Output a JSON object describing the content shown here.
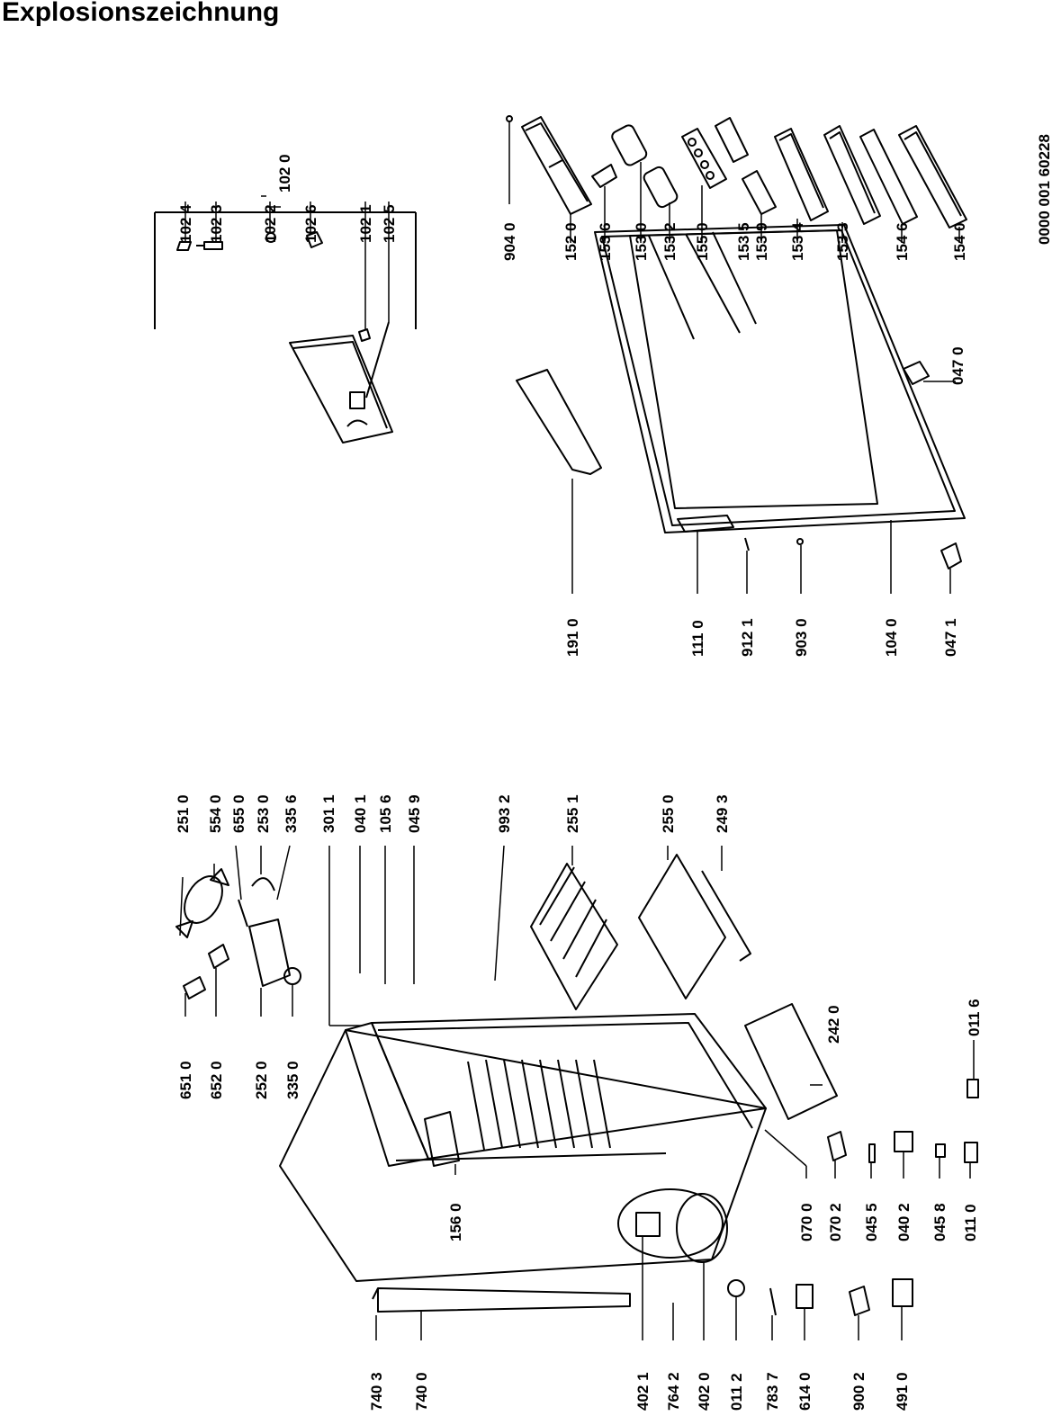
{
  "title": "Explosionszeichnung",
  "doc_number": "0000 001 60228",
  "door_group_label": "102 0",
  "labels": [
    "102 4",
    "102 3",
    "102 2",
    "102 6",
    "102 1",
    "102 5",
    "904 0",
    "152 0",
    "153 6",
    "153 0",
    "153 2",
    "155 0",
    "153 5",
    "153 9",
    "153 4",
    "153 3",
    "154 6",
    "154 0",
    "047 0",
    "191 0",
    "111 0",
    "912 1",
    "903 0",
    "104 0",
    "047 1",
    "251 0",
    "554 0",
    "655 0",
    "253 0",
    "335 6",
    "301 1",
    "040 1",
    "105 6",
    "045 9",
    "993 2",
    "255 1",
    "255 0",
    "249 3",
    "651 0",
    "652 0",
    "252 0",
    "335 0",
    "242 0",
    "011 6",
    "156 0",
    "070 0",
    "070 2",
    "045 5",
    "040 2",
    "045 8",
    "011 0",
    "740 3",
    "740 0",
    "402 1",
    "764 2",
    "402 0",
    "011 2",
    "783 7",
    "614 0",
    "900 2",
    "491 0"
  ]
}
